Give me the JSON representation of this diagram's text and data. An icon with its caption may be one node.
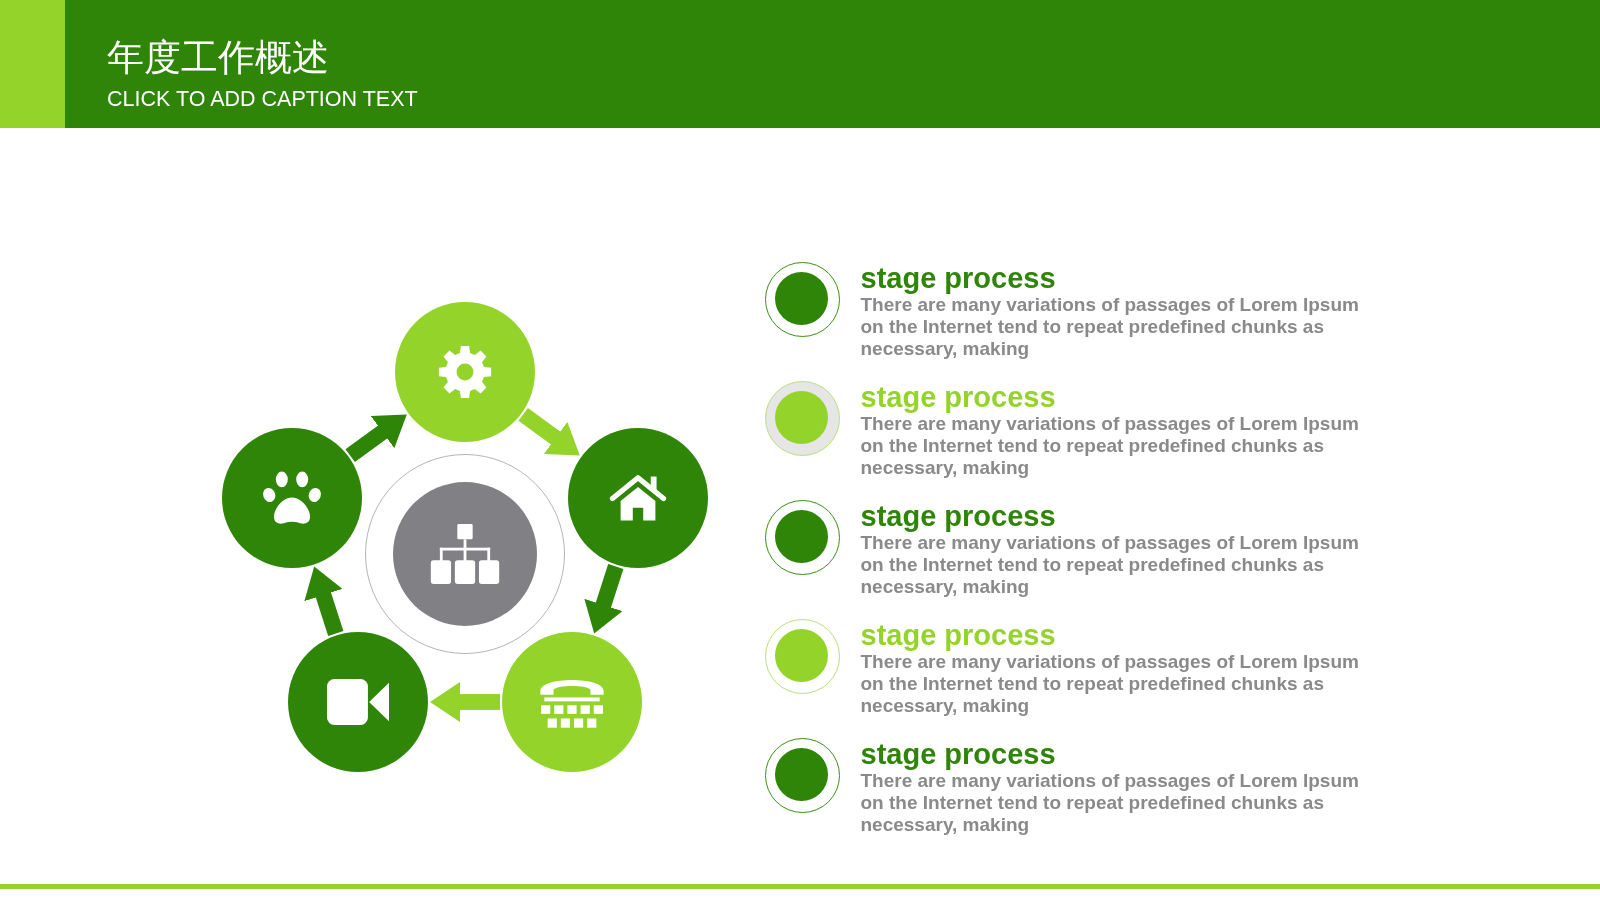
{
  "diagram": {
    "title": "年度工作概述",
    "caption": "CLICK TO ADD CAPTION TEXT",
    "nodes": [
      {
        "text": [],
        "shape": "circle"
      },
      {
        "text": [],
        "shape": "circle"
      },
      {
        "text": [],
        "shape": "circle"
      },
      {
        "text": [],
        "shape": "circle"
      },
      {
        "text": [],
        "shape": "circle"
      },
      {
        "text": [],
        "shape": "circle"
      },
      {
        "text": [],
        "shape": "circle",
        "beside": [
          "stage process",
          "There are many variations of passages of Lorem Ipsum on the Internet tend to repeat predefined chunks as necessary, making"
        ]
      },
      {
        "text": [],
        "shape": "circle",
        "beside": [
          "stage process",
          "There are many variations of passages of Lorem Ipsum on the Internet tend to repeat predefined chunks as necessary, making"
        ]
      },
      {
        "text": [],
        "shape": "circle",
        "beside": [
          "stage process",
          "There are many variations of passages of Lorem Ipsum on the Internet tend to repeat predefined chunks as necessary, making"
        ]
      },
      {
        "text": [],
        "shape": "circle",
        "beside": [
          "stage process",
          "There are many variations of passages of Lorem Ipsum on the Internet tend to repeat predefined chunks as necessary, making"
        ]
      },
      {
        "text": [],
        "shape": "circle",
        "beside": [
          "stage process",
          "There are many variations of passages of Lorem Ipsum on the Internet tend to repeat predefined chunks as necessary, making"
        ]
      }
    ],
    "edges": [
      {
        "from": 0,
        "to": 2,
        "arrow": "to",
        "color": "#94d42a"
      },
      {
        "from": 2,
        "to": 5,
        "arrow": "to"
      },
      {
        "from": 5,
        "to": 4,
        "arrow": "to",
        "color": "#94d42a"
      },
      {
        "from": 4,
        "to": 1,
        "arrow": "to"
      },
      {
        "from": 1,
        "to": 0,
        "arrow": "to"
      }
    ]
  }
}
